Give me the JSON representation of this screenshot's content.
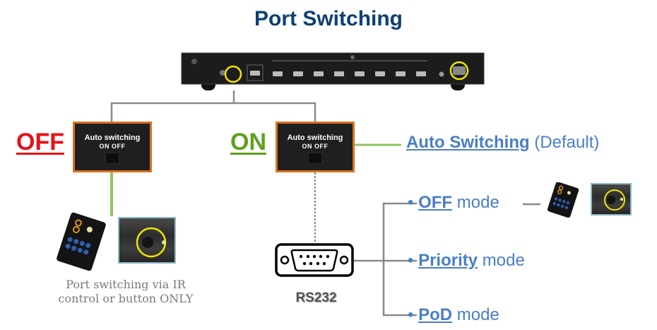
{
  "title": "Port Switching",
  "device": {
    "name": "hdmi-switch-rear-panel",
    "hdmi_input_count": 8
  },
  "off_branch": {
    "state_label": "OFF",
    "switch_box": {
      "title": "Auto switching",
      "on_label": "ON",
      "off_label": "OFF"
    },
    "caption_line1": "Port switching via IR",
    "caption_line2": "control or button ONLY"
  },
  "on_branch": {
    "state_label": "ON",
    "switch_box": {
      "title": "Auto switching",
      "on_label": "ON",
      "off_label": "OFF"
    },
    "auto_switching": {
      "bold": "Auto Switching",
      "suffix": "(Default)"
    },
    "rs232_label": "RS232",
    "modes": [
      {
        "bullet": "•",
        "bold": "OFF",
        "suffix": "mode"
      },
      {
        "bullet": "•",
        "bold": "Priority",
        "suffix": "mode"
      },
      {
        "bullet": "•",
        "bold": "PoD",
        "suffix": "mode"
      }
    ]
  },
  "colors": {
    "title": "#0d3f73",
    "off": "#e8101a",
    "on": "#5fa01e",
    "accent_blue": "#4a7ec8",
    "box_border": "#d9721f",
    "highlight_ring": "#f2e600"
  }
}
